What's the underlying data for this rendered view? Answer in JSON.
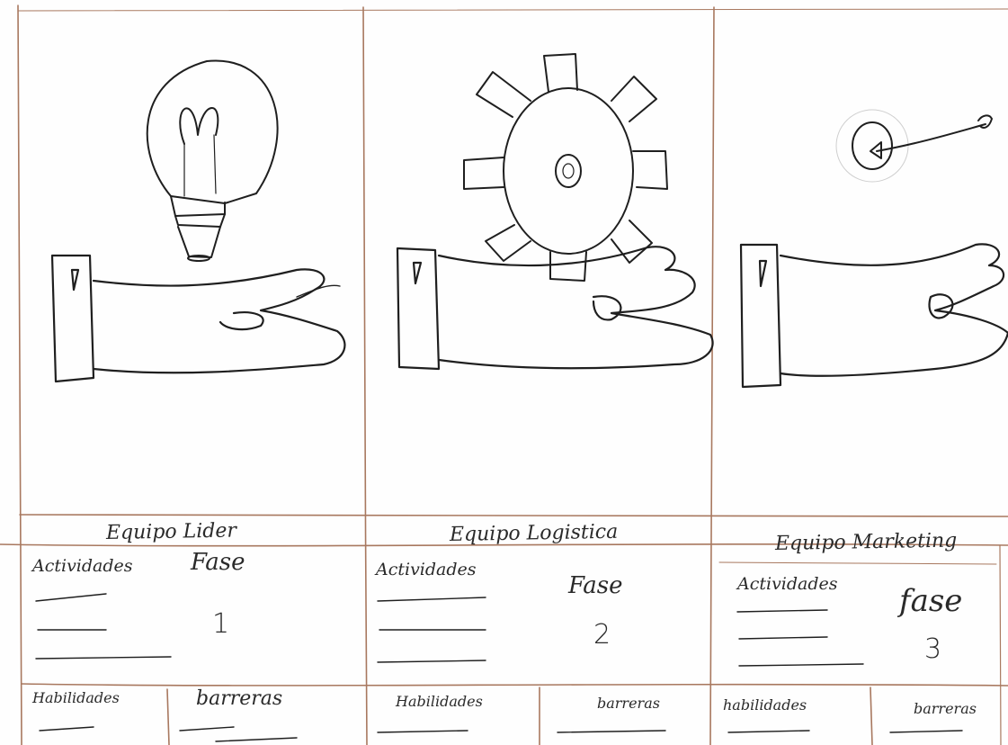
{
  "panels": [
    {
      "icon": "lightbulb-icon",
      "team": "Equipo Lider",
      "activities": "Actividades",
      "phase": "Fase",
      "phase_number": "1",
      "skills": "Habilidades",
      "barriers": "barreras"
    },
    {
      "icon": "gear-icon",
      "team": "Equipo Logistica",
      "activities": "Actividades",
      "phase": "Fase",
      "phase_number": "2",
      "skills": "Habilidades",
      "barriers": "barreras"
    },
    {
      "icon": "target-icon",
      "team": "Equipo Marketing",
      "activities": "Actividades",
      "phase": "fase",
      "phase_number": "3",
      "skills": "habilidades",
      "barriers": "barreras"
    }
  ],
  "colors": {
    "ink": "#1f1f1f",
    "pencil_line": "#a8785f",
    "paper": "#fefefe"
  }
}
